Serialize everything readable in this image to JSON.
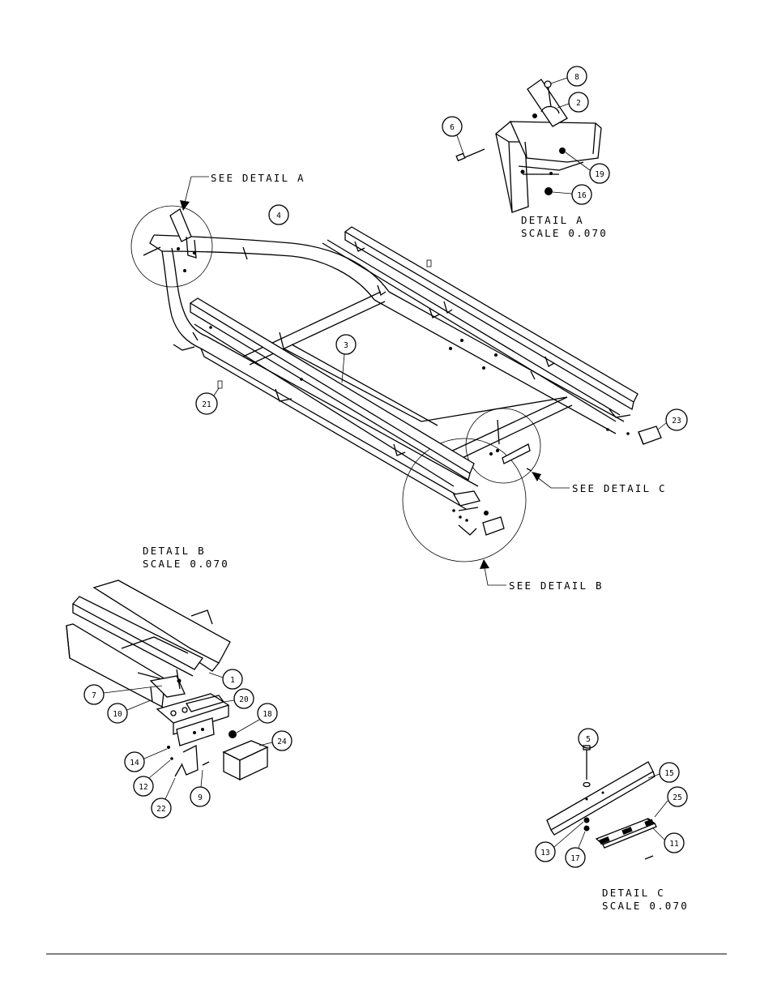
{
  "callouts": {
    "see_detail_a": "SEE DETAIL  A",
    "see_detail_b": "SEE DETAIL  B",
    "see_detail_c": "SEE DETAIL  C"
  },
  "details": {
    "a": {
      "title": "DETAIL  A",
      "scale": "SCALE  0.070"
    },
    "b": {
      "title": "DETAIL  B",
      "scale": "SCALE  0.070"
    },
    "c": {
      "title": "DETAIL  C",
      "scale": "SCALE  0.070"
    }
  },
  "balloons": {
    "main": [
      "4",
      "3",
      "21",
      "23"
    ],
    "detail_a": [
      "8",
      "2",
      "6",
      "19",
      "16"
    ],
    "detail_b": [
      "1",
      "7",
      "10",
      "20",
      "18",
      "24",
      "14",
      "12",
      "22",
      "9"
    ],
    "detail_c": [
      "5",
      "15",
      "25",
      "11",
      "13",
      "17"
    ]
  }
}
